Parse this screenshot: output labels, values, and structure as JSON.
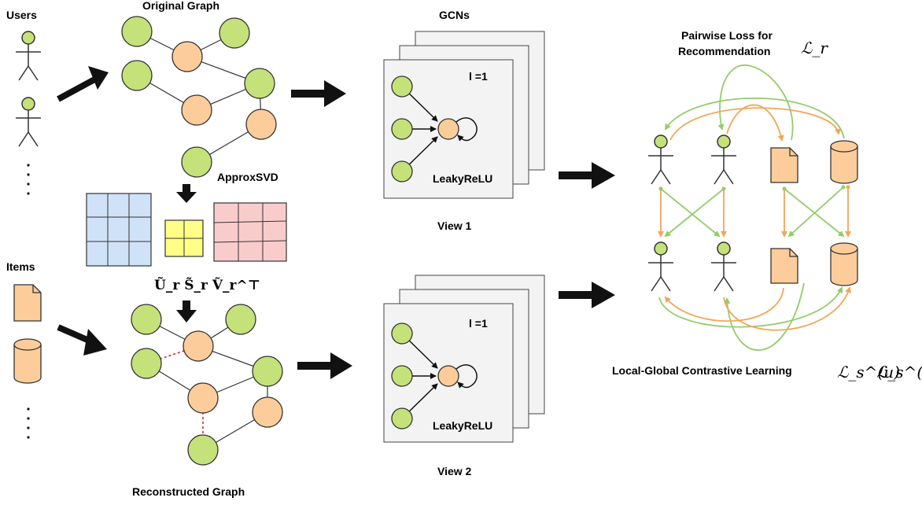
{
  "labels": {
    "users": "Users",
    "items": "Items",
    "original_graph": "Original Graph",
    "reconstructed_graph": "Reconstructed Graph",
    "approx_svd": "ApproxSVD",
    "svd_formula": "Ũ_r S̃_r Ṽ_r^⊤",
    "gcns": "GCNs",
    "layer": "l =1",
    "activation": "LeakyReLU",
    "view1": "View 1",
    "view2": "View 2",
    "pairwise_loss_line1": "Pairwise Loss for",
    "pairwise_loss_line2": "Recommendation",
    "pairwise_loss_symbol": "ℒ_r",
    "contrastive": "Local-Global Contrastive Learning",
    "contrastive_symbol_u": "ℒ_s^(u)",
    "contrastive_symbol_v": "ℒ_s^(v)",
    "ellipsis": "⋮"
  },
  "colors": {
    "user_node": "#c5e17a",
    "item_node": "#fccc9a",
    "matrix_u": "#cfe2f7",
    "matrix_s": "#ffff88",
    "matrix_v": "#f9cccc",
    "contrast_orange": "#f2a65a",
    "contrast_green": "#93cc6b"
  },
  "icons": {
    "user": "stick-figure-icon",
    "item_doc": "document-icon",
    "item_db": "database-cylinder-icon"
  }
}
